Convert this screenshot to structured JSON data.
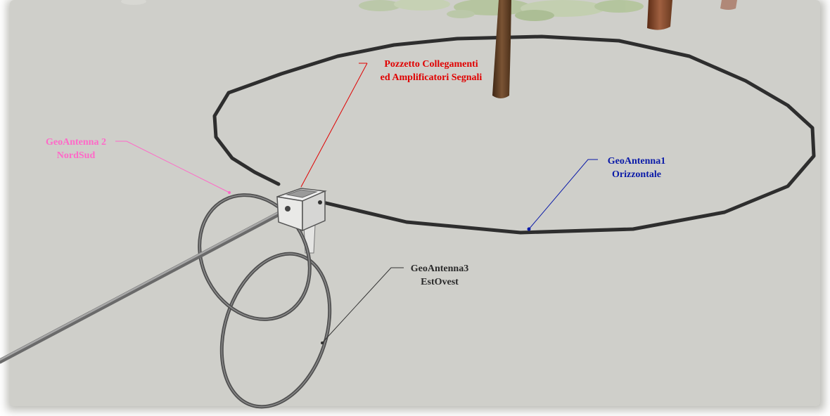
{
  "labels": {
    "pozzetto": {
      "line1": "Pozzetto Collegamenti",
      "line2": "ed Amplificatori Segnali",
      "color": "#e00000"
    },
    "antenna1": {
      "line1": "GeoAntenna1",
      "line2": "Orizzontale",
      "color": "#0a1aa8"
    },
    "antenna2": {
      "line1": "GeoAntenna 2",
      "line2": "NordSud",
      "color": "#ff69c8"
    },
    "antenna3": {
      "line1": "GeoAntenna3",
      "line2": "EstOvest",
      "color": "#2a2a2a"
    }
  },
  "colors": {
    "ground": "#cfcfca",
    "cable": "#2e2e2e",
    "rod": "#8e8e8e",
    "box_top": "#e8e8e8",
    "tree_trunk": "#6e4a2a"
  }
}
